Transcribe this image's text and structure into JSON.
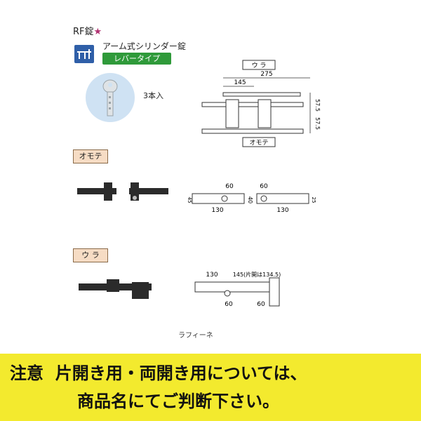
{
  "header": {
    "rf_label": "RF錠",
    "rf_star": "★",
    "lock_type": "アーム式シリンダー錠",
    "lever_badge": "レバータイプ",
    "keys_count": "3本入"
  },
  "top_diagram": {
    "ura": "ウ ラ",
    "omote": "オモテ",
    "width": "275",
    "inner": "145",
    "right_dims": [
      "57.5",
      "57.5"
    ]
  },
  "omote_section": {
    "tag": "オモテ",
    "dims": [
      "60",
      "40",
      "130",
      "45",
      "60",
      "25",
      "130"
    ]
  },
  "ura_section": {
    "tag": "ウ ラ",
    "dims": [
      "130",
      "145(片開は134.5)",
      "60",
      "60"
    ]
  },
  "caption": "ラフィーネ",
  "notice": {
    "line1": "注意  片開き用・両開き用については、",
    "line2": "商品名にてご判断下さい。"
  },
  "colors": {
    "notice_bg": "#f3ea2e",
    "badge_green": "#2f9a3a",
    "icon_blue": "#2f5fa8",
    "star": "#b03070"
  }
}
